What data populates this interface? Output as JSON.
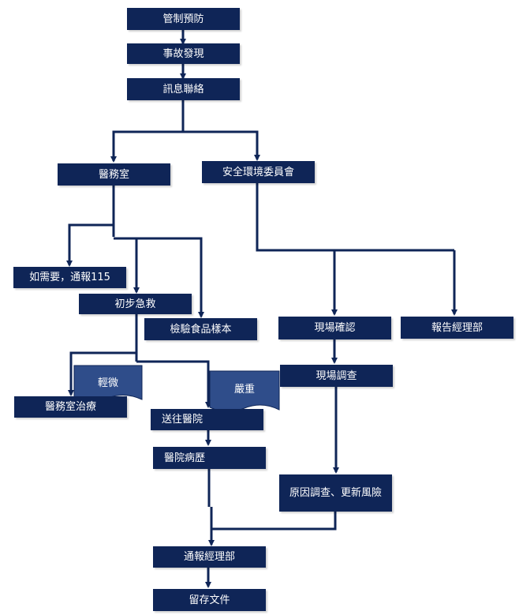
{
  "colors": {
    "box_fill": "#0f2557",
    "box_text": "#ffffff",
    "connector": "#0f2557",
    "tag_fill": "#2f4d8a",
    "tag_text": "#ffffff"
  },
  "nodes": {
    "control": "管制預防",
    "discovery": "事故發現",
    "contact": "訊息聯絡",
    "medical_room": "醫務室",
    "safety_committee": "安全環境委員會",
    "call_115": "如需要，通報115",
    "first_aid": "初步急救",
    "food_sample": "檢驗食品樣本",
    "site_confirm": "現場確認",
    "report_manager": "報告經理部",
    "site_investigate": "現場調查",
    "room_treatment": "醫務室治療",
    "to_hospital": "送往醫院",
    "hospital_record": "醫院病歷",
    "cause_investigation": "原因調查、更新風險",
    "notify_manager": "通報經理部",
    "archive": "留存文件"
  },
  "tags": {
    "minor": "輕微",
    "severe": "嚴重"
  }
}
